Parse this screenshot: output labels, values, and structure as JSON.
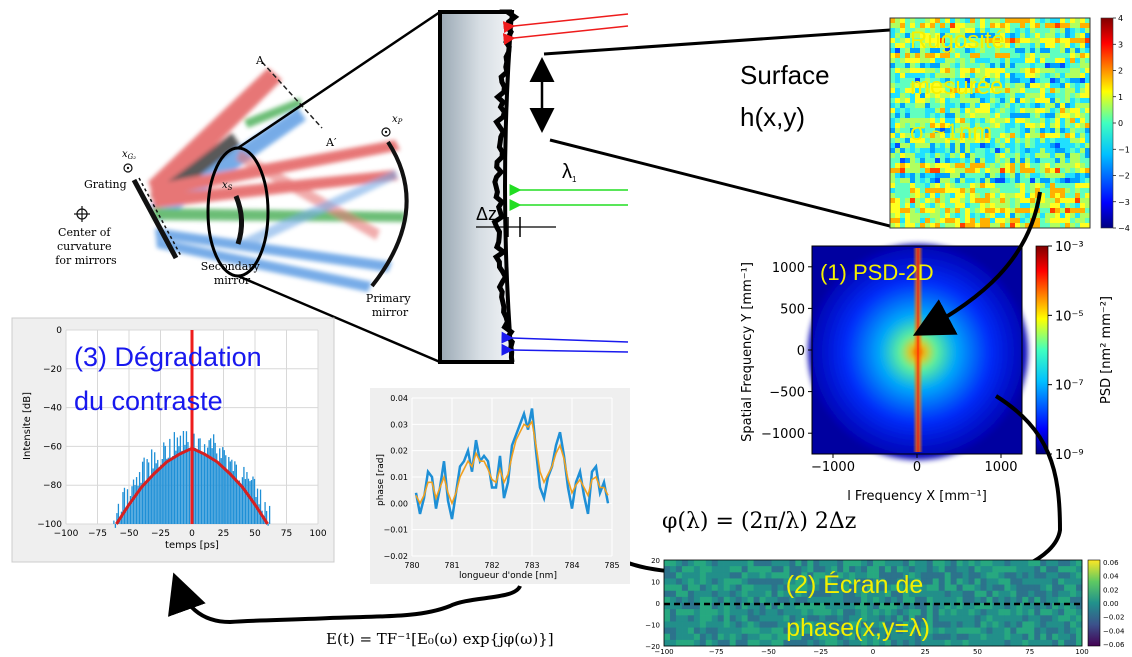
{
  "roughness_panel": {
    "title_lines": [
      "Rugosité",
      "mesurée",
      "σ ~1nm"
    ],
    "colorbar_ticks": [
      "4",
      "3",
      "2",
      "1",
      "0",
      "−1",
      "−2",
      "−3",
      "−4"
    ]
  },
  "surface_label": {
    "lines": [
      "Surface",
      "h(x,y)"
    ]
  },
  "wavelength_label": "λ",
  "wavelength_sub": "1",
  "delta_z_label": "Δz",
  "optics": {
    "point_a": "A",
    "point_a_prime": "A′",
    "grating": "Grating",
    "grating_coord": "x",
    "grating_coord_sub": "G₂",
    "center_lines": [
      "Center of",
      "curvature",
      "for mirrors"
    ],
    "secondary_lines": [
      "Secondary",
      "mirror"
    ],
    "primary_lines": [
      "Primary",
      "mirror"
    ],
    "primary_coord": "x",
    "primary_coord_sub": "P",
    "secondary_coord": "x",
    "secondary_coord_sub": "S"
  },
  "psd_panel": {
    "title": "(1) PSD-2D",
    "ylabel": "Spatial Frequency Y [mm⁻¹]",
    "xlabel": "l Frequency X [mm⁻¹]",
    "colorbar_label": "PSD [nm² mm⁻²]",
    "colorbar_ticks": [
      "10⁻³",
      "10⁻⁵",
      "10⁻⁷",
      "10⁻⁹"
    ]
  },
  "phase_formula": "φ(λ) = (2π/λ) 2Δz",
  "phase_screen_panel": {
    "title_lines": [
      "(2) Écran de",
      "phase(x,y=λ)"
    ],
    "colorbar_ticks": [
      "0.06",
      "0.04",
      "0.02",
      "0.00",
      "−0.02",
      "−0.04",
      "−0.06"
    ]
  },
  "contrast_panel": {
    "title_lines": [
      "(3) Dégradation",
      "du contraste"
    ]
  },
  "field_formula": "E(t) = TF⁻¹[E₀(ω) exp{jφ(ω)}]",
  "colors": {
    "red_beam": "#ee1c1c",
    "green_beam": "#22dd22",
    "blue_beam": "#1a1aee",
    "label_yellow": "#f4f000",
    "label_blue": "#1818ee",
    "phase_blue": "#1e8fd6",
    "phase_orange": "#f0a020",
    "contrast_red": "#d62020"
  },
  "chart_data": [
    {
      "type": "heatmap",
      "id": "psd-2d",
      "title": "(1) PSD-2D",
      "xlabel": "l Frequency X [mm⁻¹]",
      "ylabel": "Spatial Frequency Y [mm⁻¹]",
      "xlim": [
        -1250,
        1250
      ],
      "ylim": [
        -1250,
        1250
      ],
      "x_ticks": [
        -1000,
        0,
        1000
      ],
      "y_ticks": [
        1000,
        500,
        0,
        -500,
        -1000
      ],
      "x_tick_labels": [
        "−1000",
        "0",
        "1000"
      ],
      "y_tick_labels": [
        "1000",
        "500",
        "0",
        "−500",
        "−1000"
      ],
      "colorbar": {
        "label": "PSD [nm² mm⁻²]",
        "scale": "log",
        "range": [
          1e-09,
          0.001
        ]
      }
    },
    {
      "type": "line",
      "id": "phase-vs-wavelength",
      "xlabel": "longueur d'onde [nm]",
      "ylabel": "phase [rad]",
      "xlim": [
        780,
        785
      ],
      "ylim": [
        -0.02,
        0.04
      ],
      "x_ticks": [
        780,
        781,
        782,
        783,
        784,
        785
      ],
      "y_ticks": [
        -0.02,
        -0.01,
        0.0,
        0.01,
        0.02,
        0.03,
        0.04
      ],
      "x_tick_labels": [
        "780",
        "781",
        "782",
        "783",
        "784",
        "785"
      ],
      "y_tick_labels": [
        "−0.02",
        "−0.01",
        "0.00",
        "0.01",
        "0.02",
        "0.03",
        "0.04"
      ],
      "x": [
        780.1,
        780.2,
        780.3,
        780.4,
        780.5,
        780.6,
        780.7,
        780.8,
        780.9,
        781.0,
        781.1,
        781.2,
        781.3,
        781.4,
        781.5,
        781.6,
        781.7,
        781.8,
        781.9,
        782.0,
        782.1,
        782.2,
        782.3,
        782.4,
        782.5,
        782.6,
        782.7,
        782.8,
        782.9,
        783.0,
        783.1,
        783.2,
        783.3,
        783.4,
        783.5,
        783.6,
        783.7,
        783.8,
        783.9,
        784.0,
        784.1,
        784.2,
        784.3,
        784.4,
        784.5,
        784.6,
        784.7,
        784.8,
        784.9
      ],
      "series": [
        {
          "values": [
            0.004,
            -0.004,
            0.002,
            0.012,
            0.01,
            -0.002,
            0.006,
            0.016,
            0.001,
            -0.006,
            0.004,
            0.014,
            0.016,
            0.02,
            0.012,
            0.024,
            0.016,
            0.018,
            0.016,
            0.006,
            0.006,
            0.018,
            0.002,
            0.008,
            0.022,
            0.026,
            0.03,
            0.034,
            0.028,
            0.036,
            0.02,
            0.006,
            0.002,
            0.01,
            0.014,
            0.022,
            0.027,
            0.018,
            0.006,
            -0.002,
            0.008,
            0.012,
            0.003,
            -0.004,
            0.012,
            0.014,
            0.004,
            0.008,
            0.0
          ]
        },
        {
          "values": [
            0.003,
            0.0,
            0.003,
            0.008,
            0.008,
            0.002,
            0.006,
            0.01,
            0.004,
            0.0,
            0.004,
            0.01,
            0.013,
            0.016,
            0.014,
            0.019,
            0.016,
            0.016,
            0.013,
            0.009,
            0.008,
            0.013,
            0.008,
            0.011,
            0.018,
            0.024,
            0.027,
            0.03,
            0.029,
            0.031,
            0.022,
            0.012,
            0.008,
            0.011,
            0.014,
            0.019,
            0.022,
            0.017,
            0.009,
            0.004,
            0.007,
            0.009,
            0.006,
            0.003,
            0.009,
            0.01,
            0.006,
            0.006,
            0.003
          ]
        }
      ]
    },
    {
      "type": "line",
      "id": "contrast",
      "xlabel": "temps [ps]",
      "ylabel": "Intensite [dB]",
      "xlim": [
        -100,
        100
      ],
      "ylim": [
        -100,
        0
      ],
      "x_ticks": [
        -100,
        -75,
        -50,
        -25,
        0,
        25,
        50,
        75,
        100
      ],
      "y_ticks": [
        0,
        -20,
        -40,
        -60,
        -80,
        -100
      ],
      "x_tick_labels": [
        "−100",
        "−75",
        "−50",
        "−25",
        "0",
        "25",
        "50",
        "75",
        "100"
      ],
      "y_tick_labels": [
        "0",
        "−20",
        "−40",
        "−60",
        "−80",
        "−100"
      ],
      "series": [
        {
          "x": [
            -60,
            -50,
            -40,
            -30,
            -20,
            -10,
            0,
            10,
            20,
            30,
            40,
            50,
            60
          ],
          "values": [
            -100,
            -90,
            -81,
            -74,
            -68,
            -64,
            -61,
            -64,
            -68,
            -74,
            -81,
            -90,
            -100
          ]
        },
        {
          "x": [
            0,
            0
          ],
          "values": [
            -100,
            0
          ]
        }
      ]
    },
    {
      "type": "heatmap",
      "id": "phase-screen",
      "xlim": [
        -100,
        100
      ],
      "ylim": [
        -20,
        20
      ],
      "x_ticks": [
        -100,
        -75,
        -50,
        -25,
        0,
        25,
        50,
        75,
        100
      ],
      "y_ticks": [
        20,
        10,
        0,
        -10,
        -20
      ],
      "x_tick_labels": [
        "−100",
        "−75",
        "−50",
        "−25",
        "0",
        "25",
        "50",
        "75",
        "100"
      ],
      "y_tick_labels": [
        "20",
        "10",
        "0",
        "−10",
        "−20"
      ],
      "colorbar": {
        "range": [
          -0.06,
          0.06
        ]
      }
    }
  ]
}
